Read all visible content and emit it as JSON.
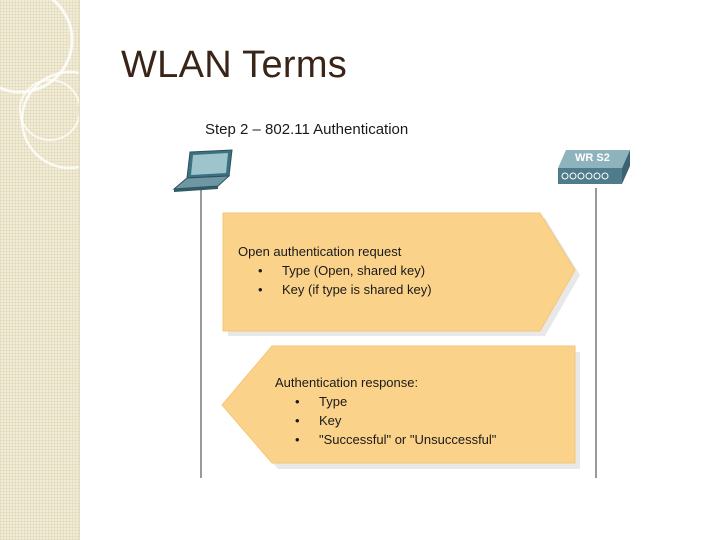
{
  "slide": {
    "title": "WLAN Terms"
  },
  "diagram": {
    "title": "Step 2 – 802.11 Authentication",
    "client": {
      "icon": "laptop-icon"
    },
    "access_point": {
      "label": "WR S2",
      "icon": "wireless-router-icon"
    },
    "request": {
      "heading": "Open authentication request",
      "items": [
        "Type (Open, shared key)",
        "Key (if type is shared key)"
      ]
    },
    "response": {
      "heading": "Authentication response:",
      "items": [
        "Type",
        "Key",
        "\"Successful\" or \"Unsuccessful\""
      ]
    },
    "colors": {
      "arrow_fill": "#fbd28a",
      "arrow_shadow": "#e8e8e8",
      "router": "#5c8a9a"
    }
  }
}
